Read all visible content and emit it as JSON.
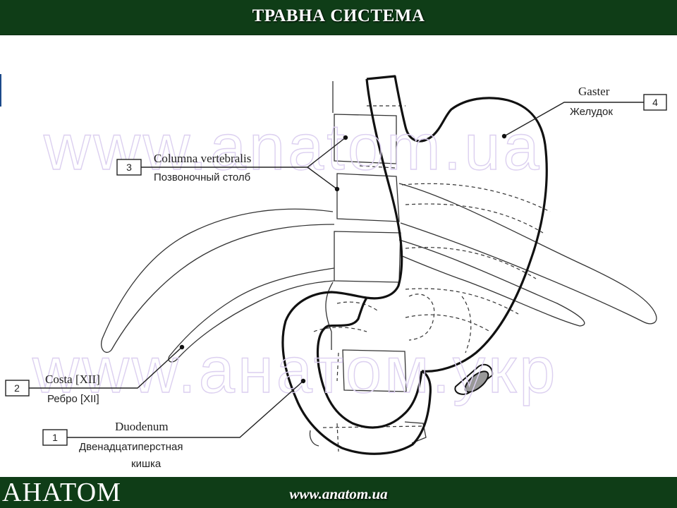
{
  "header": {
    "title": "ТРАВНА СИСТЕМА"
  },
  "footer": {
    "brand": "АНАТОМ",
    "url": "www.anatom.ua"
  },
  "watermarks": [
    "www.anatom.ua",
    "www.анатом.укр"
  ],
  "labels": [
    {
      "num": "1",
      "latin": "Duodenum",
      "russian": "Двенадцатиперстная",
      "russian2": "кишка"
    },
    {
      "num": "2",
      "latin": "Costa [XII]",
      "russian": "Ребро [XII]"
    },
    {
      "num": "3",
      "latin": "Columna vertebralis",
      "russian": "Позвоночный столб"
    },
    {
      "num": "4",
      "latin": "Gaster",
      "russian": "Желудок"
    }
  ],
  "colors": {
    "header_bg": "#0f3d17",
    "content_bg": "#ffffff",
    "watermark": "#dcd0f0"
  }
}
